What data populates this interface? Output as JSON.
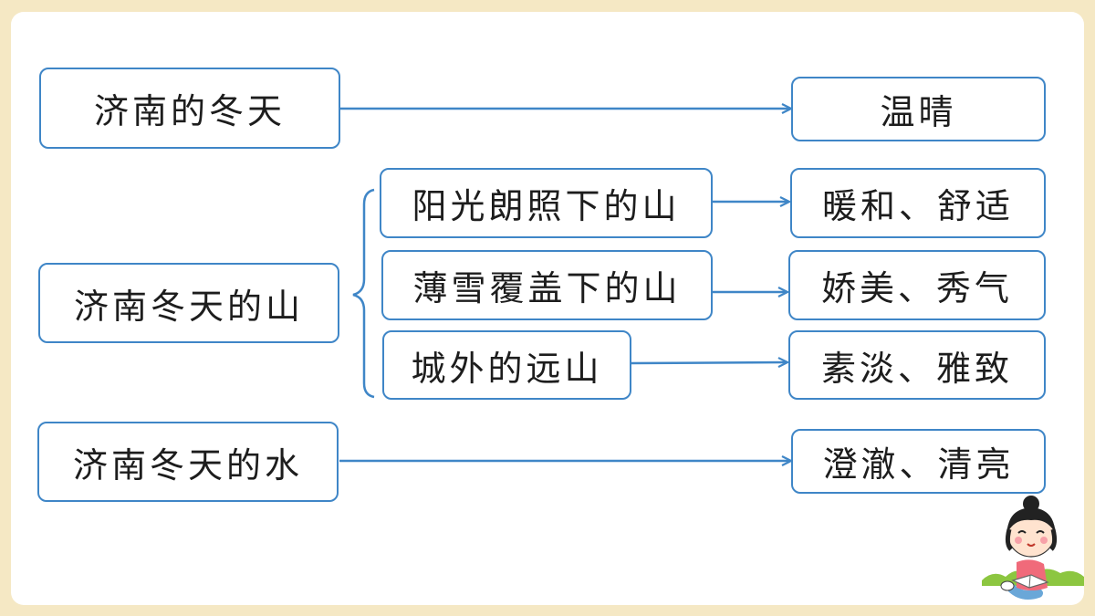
{
  "diagram": {
    "topics": {
      "winter": "济南的冬天",
      "mountain": "济南冬天的山",
      "water": "济南冬天的水"
    },
    "sub_topics": {
      "sunny_mountain": "阳光朗照下的山",
      "snowy_mountain": "薄雪覆盖下的山",
      "far_mountain": "城外的远山"
    },
    "traits": {
      "winter": "温晴",
      "sunny_mountain": "暖和、舒适",
      "snowy_mountain": "娇美、秀气",
      "far_mountain": "素淡、雅致",
      "water": "澄澈、清亮"
    }
  },
  "colors": {
    "background": "#f5e8c4",
    "card": "#ffffff",
    "accent": "#3f86c7"
  },
  "illustration": "reading-girl-icon"
}
